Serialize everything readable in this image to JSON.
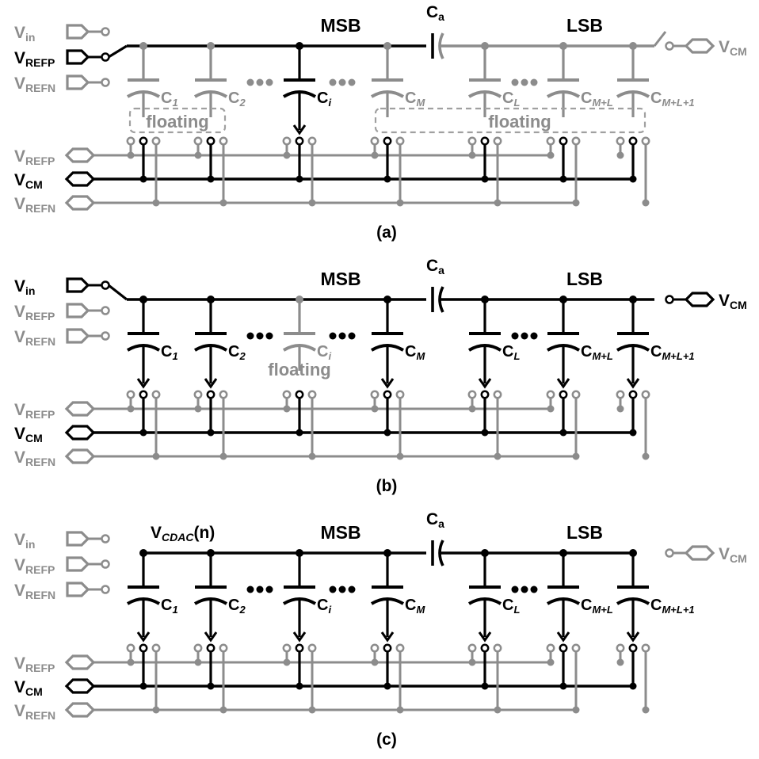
{
  "colors": {
    "active": "#000000",
    "inactive": "#8c8c8c",
    "box": "#a0a0a0"
  },
  "labels": {
    "vin": "V",
    "vin_sub": "in",
    "vrefp": "V",
    "vrefp_sub": "REFP",
    "vrefn": "V",
    "vrefn_sub": "REFN",
    "vcm": "V",
    "vcm_sub": "CM",
    "msb": "MSB",
    "lsb": "LSB",
    "ca": "C",
    "ca_sub": "a",
    "floating": "floating",
    "vcdac": "V",
    "vcdac_sub": "CDAC",
    "vcdac_suffix": "(n)"
  },
  "capacitors": [
    {
      "name": "C",
      "sub": "1"
    },
    {
      "name": "C",
      "sub": "2"
    },
    {
      "name": "C",
      "sub": "i"
    },
    {
      "name": "C",
      "sub": "M"
    },
    {
      "name": "C",
      "sub": "L"
    },
    {
      "name": "C",
      "sub": "M+L"
    },
    {
      "name": "C",
      "sub": "M+L+1"
    }
  ],
  "panels": [
    {
      "caption": "(a)"
    },
    {
      "caption": "(b)"
    },
    {
      "caption": "(c)"
    }
  ]
}
